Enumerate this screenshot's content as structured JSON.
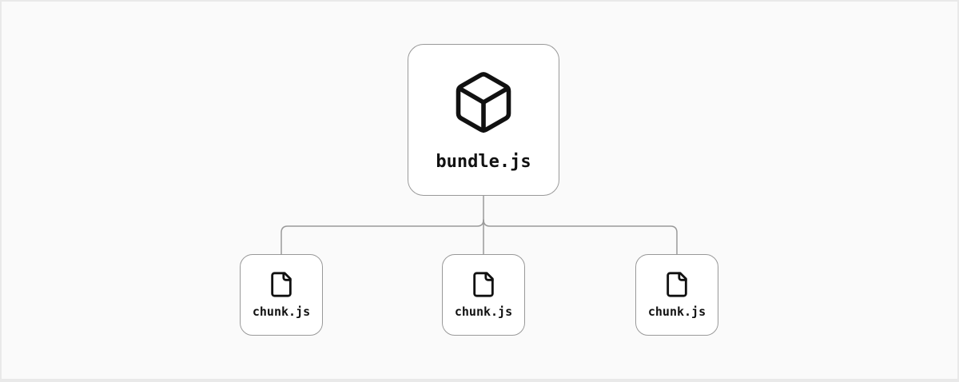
{
  "page": {
    "background": "#fafafa",
    "frame_edge": "#e9e9e9"
  },
  "diagram": {
    "root": {
      "label": "bundle.js",
      "icon": "cube-icon"
    },
    "children": [
      {
        "label": "chunk.js",
        "icon": "file-icon"
      },
      {
        "label": "chunk.js",
        "icon": "file-icon"
      },
      {
        "label": "chunk.js",
        "icon": "file-icon"
      }
    ],
    "colors": {
      "node_border": "#999999",
      "node_background": "#ffffff",
      "connector": "#999999",
      "text": "#111111",
      "icon": "#111111"
    }
  }
}
